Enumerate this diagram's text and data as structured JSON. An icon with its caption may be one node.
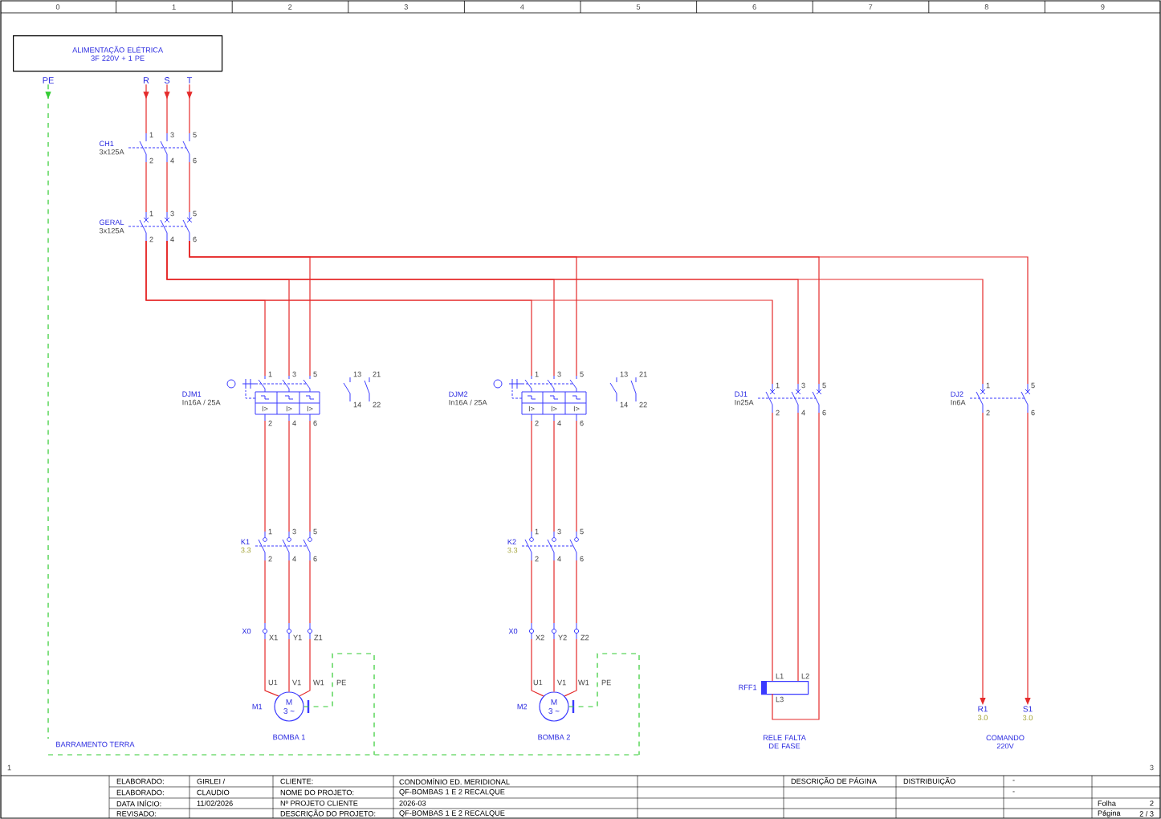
{
  "diagram": {
    "nodes": [
      {
        "text": [
          "ALIMENTAÇÃO ELÉTRICA 3F 220V + 1 PE"
        ]
      },
      {
        "text": [
          "PE"
        ]
      },
      {
        "text": [
          "R"
        ]
      },
      {
        "text": [
          "S"
        ]
      },
      {
        "text": [
          "T"
        ]
      },
      {
        "text": [
          "CH1",
          "3x125A"
        ]
      },
      {
        "text": [
          "GERAL",
          "3x125A"
        ]
      },
      {
        "text": [
          "DJM1",
          "In16A / 25A"
        ]
      },
      {
        "text": [
          "K1",
          "3.3"
        ]
      },
      {
        "text": [
          "X0"
        ]
      },
      {
        "text": [
          "M",
          "3 ~"
        ],
        "beside": [
          "M1"
        ]
      },
      {
        "text": [
          "DJM2",
          "In16A / 25A"
        ]
      },
      {
        "text": [
          "K2",
          "3.3"
        ]
      },
      {
        "text": [
          "X0"
        ]
      },
      {
        "text": [
          "M",
          "3 ~"
        ],
        "beside": [
          "M2"
        ]
      },
      {
        "text": [
          "DJ1",
          "In25A"
        ]
      },
      {
        "text": [
          "RFF1"
        ]
      },
      {
        "text": [
          "DJ2",
          "In6A"
        ]
      },
      {
        "text": [
          "R1",
          "3.0"
        ]
      },
      {
        "text": [
          "S1",
          "3.0"
        ]
      },
      {
        "text": [
          "BARRAMENTO TERRA"
        ]
      }
    ],
    "edges": [
      {
        "from": 2,
        "to": 5,
        "arrow": "to"
      },
      {
        "from": 3,
        "to": 5,
        "arrow": "to"
      },
      {
        "from": 4,
        "to": 5,
        "arrow": "to"
      },
      {
        "from": 1,
        "to": 20,
        "arrow": "to",
        "style": "dashed",
        "color": "#33cc33"
      },
      {
        "from": 5,
        "to": 6,
        "arrow": "none"
      },
      {
        "from": 6,
        "to": 7,
        "arrow": "none"
      },
      {
        "from": 6,
        "to": 11,
        "arrow": "none"
      },
      {
        "from": 6,
        "to": 15,
        "arrow": "none"
      },
      {
        "from": 6,
        "to": 17,
        "arrow": "none"
      },
      {
        "from": 7,
        "to": 8,
        "arrow": "none"
      },
      {
        "from": 8,
        "to": 9,
        "arrow": "none"
      },
      {
        "from": 9,
        "to": 10,
        "arrow": "none"
      },
      {
        "from": 11,
        "to": 12,
        "arrow": "none"
      },
      {
        "from": 12,
        "to": 13,
        "arrow": "none"
      },
      {
        "from": 13,
        "to": 14,
        "arrow": "none"
      },
      {
        "from": 15,
        "to": 16,
        "arrow": "none"
      },
      {
        "from": 17,
        "to": 18,
        "arrow": "to"
      },
      {
        "from": 17,
        "to": 19,
        "arrow": "to"
      },
      {
        "from": 10,
        "to": 20,
        "arrow": "none",
        "style": "dashed",
        "color": "#33cc33"
      },
      {
        "from": 14,
        "to": 20,
        "arrow": "none",
        "style": "dashed",
        "color": "#33cc33"
      }
    ],
    "labels": [
      "0",
      "1",
      "2",
      "3",
      "4",
      "5",
      "6",
      "7",
      "8",
      "9",
      "1",
      "3",
      "1",
      "3",
      "5",
      "2",
      "4",
      "6",
      "1",
      "3",
      "5",
      "2",
      "4",
      "6",
      "1",
      "3",
      "5",
      "I>",
      "I>",
      "I>",
      "2",
      "4",
      "6",
      "13",
      "21",
      "14",
      "22",
      "1",
      "3",
      "5",
      "I>",
      "I>",
      "I>",
      "2",
      "4",
      "6",
      "13",
      "21",
      "14",
      "22",
      "1",
      "3",
      "5",
      "2",
      "4",
      "6",
      "1",
      "5",
      "2",
      "6",
      "1",
      "3",
      "5",
      "2",
      "4",
      "6",
      "1",
      "3",
      "5",
      "2",
      "4",
      "6",
      "X1",
      "Y1",
      "Z1",
      "X2",
      "Y2",
      "Z2",
      "U1",
      "V1",
      "W1",
      "PE",
      "U1",
      "V1",
      "W1",
      "PE",
      "L1",
      "L2",
      "L3",
      "BOMBA 1",
      "BOMBA 2",
      "RELE FALTA DE FASE",
      "COMANDO 220V",
      "ELABORADO:",
      "GIRLEI /",
      "CLIENTE:",
      "CONDOMÍNIO ED. MERIDIONAL",
      "DESCRIÇÃO DE PÁGINA",
      "DISTRIBUIÇÃO",
      "-",
      "ELABORADO:",
      "CLAUDIO",
      "NOME DO PROJETO:",
      "QF-BOMBAS 1 E 2 RECALQUE",
      "-",
      "DATA INÍCIO:",
      "11/02/2026",
      "Nº PROJETO CLIENTE",
      "2026-03",
      "Folha",
      "2",
      "REVISADO:",
      "DESCRIÇÃO DO PROJETO:",
      "QF-BOMBAS 1 E 2 RECALQUE",
      "Página",
      "2 / 3"
    ]
  }
}
